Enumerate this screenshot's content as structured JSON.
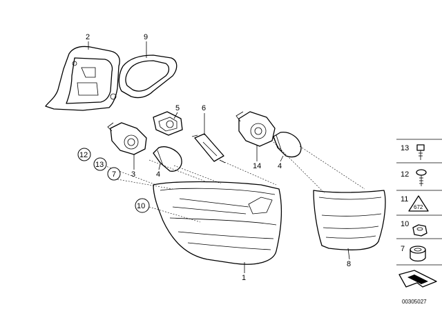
{
  "callouts": {
    "c1": "1",
    "c2": "2",
    "c3": "3",
    "c4a": "4",
    "c4b": "4",
    "c5": "5",
    "c6": "6",
    "c7": "7",
    "c8": "8",
    "c9": "9",
    "c10": "10",
    "c12": "12",
    "c13": "13",
    "c14": "14"
  },
  "sidebar": {
    "s13": "13",
    "s12": "12",
    "s11": "11",
    "s10": "10",
    "s7": "7"
  },
  "badge_text": "672",
  "reference_number": "00305027"
}
